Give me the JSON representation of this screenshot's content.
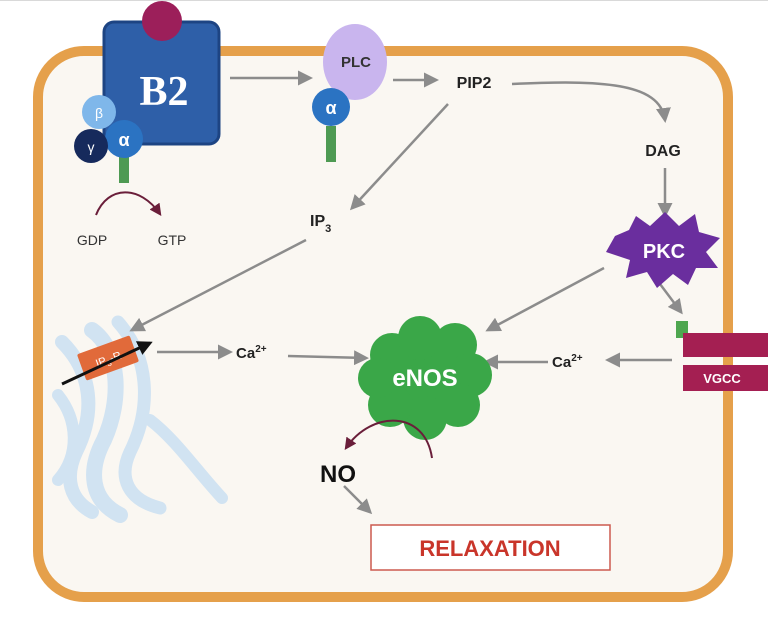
{
  "diagram": {
    "receptor": {
      "label": "B2"
    },
    "g_protein": {
      "beta": "β",
      "gamma": "γ",
      "alpha": "α"
    },
    "plc": {
      "label": "PLC",
      "alpha": "α"
    },
    "nucleotides": {
      "gdp": "GDP",
      "gtp": "GTP"
    },
    "pip2": "PIP2",
    "dag": "DAG",
    "ip3": {
      "base": "IP",
      "sub": "3"
    },
    "pkc": "PKC",
    "ip3r": {
      "label": "IP",
      "sub": "3",
      "suffix": "-R"
    },
    "ca_left": {
      "base": "Ca",
      "sup": "2+"
    },
    "ca_right": {
      "base": "Ca",
      "sup": "2+"
    },
    "enos": "eNOS",
    "vgcc": "VGCC",
    "no": "NO",
    "relaxation": "RELAXATION",
    "colors": {
      "cell_border": "#e5a04b",
      "cell_fill": "#faf7f2",
      "receptor": "#2e5fa8",
      "ligand": "#9c1f5a",
      "plc": "#c9b5ee",
      "g_alpha": "#2b73c2",
      "g_beta": "#7fb7ea",
      "g_gamma": "#162a5c",
      "stalk": "#4e9a53",
      "pkc": "#6a2e9e",
      "enos": "#3aa748",
      "vgcc": "#a41f52",
      "ip3r": "#e16a3a",
      "er": "#cfe2f3",
      "arrow": "#8c8c8c",
      "relaxation_text": "#c9352a"
    }
  }
}
